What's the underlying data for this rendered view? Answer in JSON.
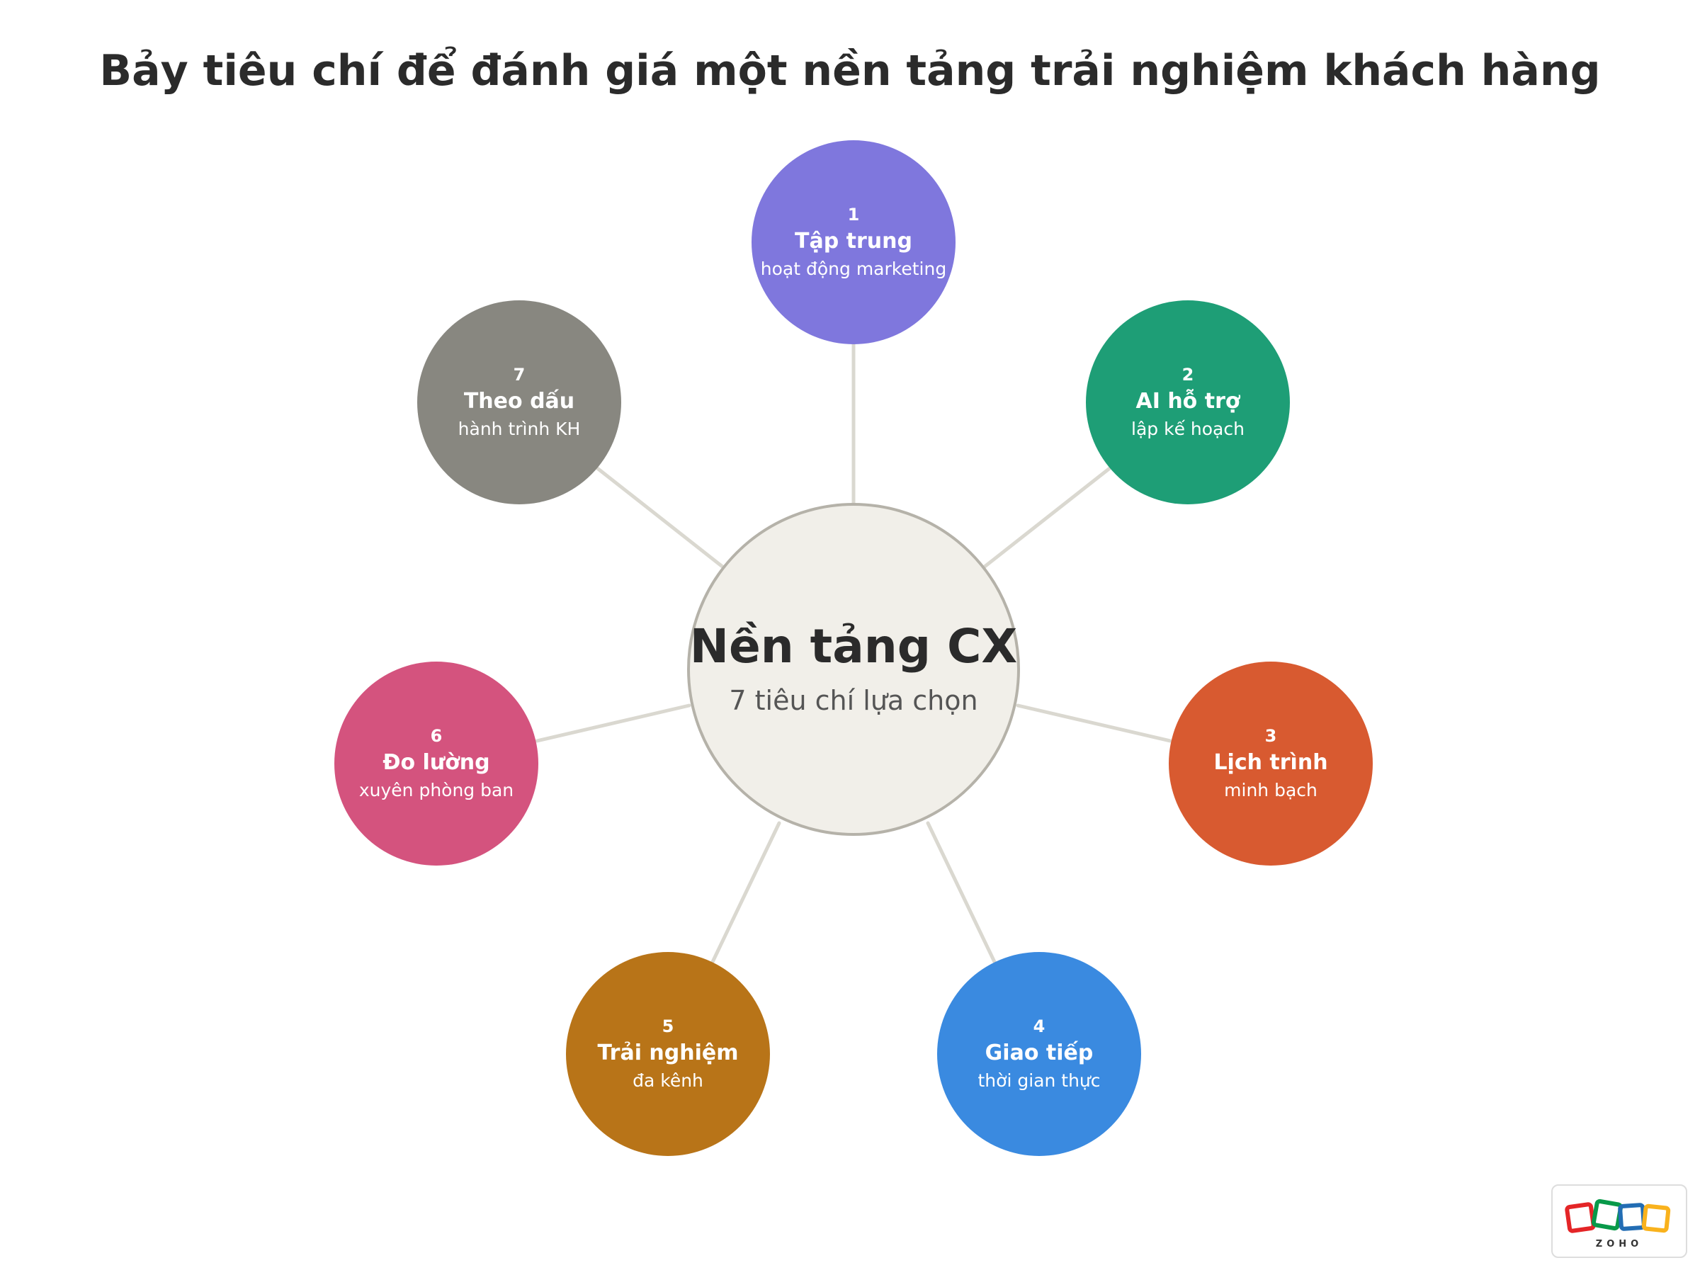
{
  "title": "Bảy tiêu chí để đánh giá một nền tảng trải nghiệm khách hàng",
  "hub": {
    "title": "Nền tảng CX",
    "subtitle": "7 tiêu chí lựa chọn",
    "fill": "#f1efe9",
    "border": "#b5b2a9"
  },
  "connector_color": "#dad8d0",
  "criteria": [
    {
      "number": "1",
      "title": "Tập trung",
      "desc": "hoạt động marketing",
      "color": "#7f77dd"
    },
    {
      "number": "2",
      "title": "AI hỗ trợ",
      "desc": "lập kế hoạch",
      "color": "#1e9e76"
    },
    {
      "number": "3",
      "title": "Lịch trình",
      "desc": "minh bạch",
      "color": "#d85a30"
    },
    {
      "number": "4",
      "title": "Giao tiếp",
      "desc": "thời gian thực",
      "color": "#3a8ae0"
    },
    {
      "number": "5",
      "title": "Trải nghiệm",
      "desc": "đa kênh",
      "color": "#b87418"
    },
    {
      "number": "6",
      "title": "Đo lường",
      "desc": "xuyên phòng ban",
      "color": "#d4537e"
    },
    {
      "number": "7",
      "title": "Theo dấu",
      "desc": "hành trình KH",
      "color": "#888780"
    }
  ],
  "logo": {
    "text": "ZOHO",
    "icon": "zoho-logo-icon",
    "colors": [
      "#e42527",
      "#089949",
      "#226db4",
      "#f9b21d"
    ]
  }
}
